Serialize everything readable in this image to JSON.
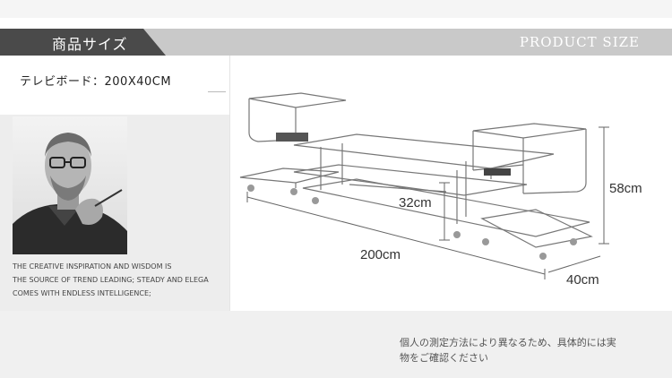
{
  "header": {
    "title_jp": "商品サイズ",
    "title_en": "PRODUCT SIZE"
  },
  "product": {
    "size_label": "テレビボード：200X40CM"
  },
  "quote": {
    "lines": [
      "THE CREATIVE INSPIRATION AND WISDOM IS",
      "THE SOURCE OF TREND LEADING; STEADY AND ELEGA",
      "COMES WITH ENDLESS INTELLIGENCE;"
    ]
  },
  "dimensions": {
    "width": "200cm",
    "depth": "40cm",
    "height": "58cm",
    "mid_height": "32cm"
  },
  "footer": {
    "note_line1": "個人の測定方法により異なるため、具体的には実",
    "note_line2": "物をご確認ください"
  }
}
